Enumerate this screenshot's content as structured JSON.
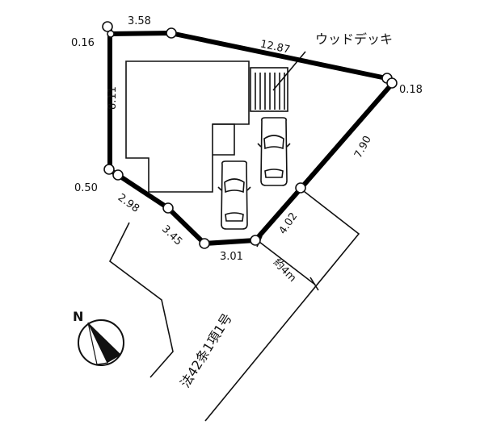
{
  "labels": {
    "deck": "ウッドデッキ",
    "dim_top_left": "3.58",
    "dim_top_right": "12.87",
    "dim_corner_tl": "0.16",
    "dim_corner_tr": "0.18",
    "dim_left": "8.11",
    "dim_corner_bl": "0.50",
    "dim_right": "7.90",
    "dim_bl_1": "2.98",
    "dim_bl_2": "3.45",
    "dim_bottom": "3.01",
    "dim_front": "4.02",
    "road_width": "約4m",
    "road_type": "法42条1項1号",
    "north": "N"
  },
  "icons": {
    "compass": "north-arrow-icon",
    "car": "car-icon"
  }
}
